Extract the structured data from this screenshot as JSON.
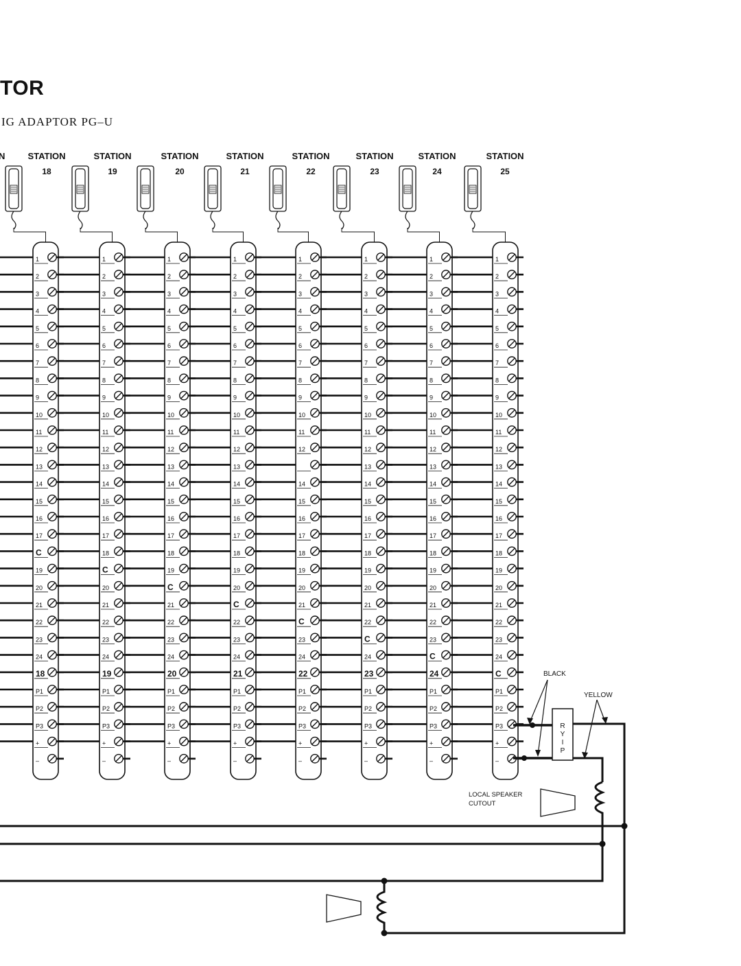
{
  "header": {
    "title": "TOR",
    "subtitle": "IG ADAPTOR PG–U",
    "left_edge_fragment": "N"
  },
  "stations": [
    {
      "label": "STATION",
      "number": "18"
    },
    {
      "label": "STATION",
      "number": "19"
    },
    {
      "label": "STATION",
      "number": "20"
    },
    {
      "label": "STATION",
      "number": "21"
    },
    {
      "label": "STATION",
      "number": "22"
    },
    {
      "label": "STATION",
      "number": "23"
    },
    {
      "label": "STATION",
      "number": "24"
    },
    {
      "label": "STATION",
      "number": "25"
    }
  ],
  "terminal_strips": [
    [
      "1",
      "2",
      "3",
      "4",
      "5",
      "6",
      "7",
      "8",
      "9",
      "10",
      "11",
      "12",
      "13",
      "14",
      "15",
      "16",
      "17",
      "C",
      "19",
      "20",
      "21",
      "22",
      "23",
      "24",
      "18",
      "P1",
      "P2",
      "P3",
      "+",
      "–"
    ],
    [
      "1",
      "2",
      "3",
      "4",
      "5",
      "6",
      "7",
      "8",
      "9",
      "10",
      "11",
      "12",
      "13",
      "14",
      "15",
      "16",
      "17",
      "18",
      "C",
      "20",
      "21",
      "22",
      "23",
      "24",
      "19",
      "P1",
      "P2",
      "P3",
      "+",
      "–"
    ],
    [
      "1",
      "2",
      "3",
      "4",
      "5",
      "6",
      "7",
      "8",
      "9",
      "10",
      "11",
      "12",
      "13",
      "14",
      "15",
      "16",
      "17",
      "18",
      "19",
      "C",
      "21",
      "22",
      "23",
      "24",
      "20",
      "P1",
      "P2",
      "P3",
      "+",
      "–"
    ],
    [
      "1",
      "2",
      "3",
      "4",
      "5",
      "6",
      "7",
      "8",
      "9",
      "10",
      "11",
      "12",
      "13",
      "14",
      "15",
      "16",
      "17",
      "18",
      "19",
      "20",
      "C",
      "22",
      "23",
      "24",
      "21",
      "P1",
      "P2",
      "P3",
      "+",
      "–"
    ],
    [
      "1",
      "2",
      "3",
      "4",
      "5",
      "6",
      "7",
      "8",
      "9",
      "10",
      "11",
      "12",
      "",
      "14",
      "15",
      "16",
      "17",
      "18",
      "19",
      "20",
      "21",
      "C",
      "23",
      "24",
      "22",
      "P1",
      "P2",
      "P3",
      "+",
      "–"
    ],
    [
      "1",
      "2",
      "3",
      "4",
      "5",
      "6",
      "7",
      "8",
      "9",
      "10",
      "11",
      "12",
      "13",
      "14",
      "15",
      "16",
      "17",
      "18",
      "19",
      "20",
      "21",
      "22",
      "C",
      "24",
      "23",
      "P1",
      "P2",
      "P3",
      "+",
      "–"
    ],
    [
      "1",
      "2",
      "3",
      "4",
      "5",
      "6",
      "7",
      "8",
      "9",
      "10",
      "11",
      "12",
      "13",
      "14",
      "15",
      "16",
      "17",
      "18",
      "19",
      "20",
      "21",
      "22",
      "23",
      "C",
      "24",
      "P1",
      "P2",
      "P3",
      "+",
      "–"
    ],
    [
      "1",
      "2",
      "3",
      "4",
      "5",
      "6",
      "7",
      "8",
      "9",
      "10",
      "11",
      "12",
      "13",
      "14",
      "15",
      "16",
      "17",
      "18",
      "19",
      "20",
      "21",
      "22",
      "23",
      "24",
      "C",
      "P1",
      "P2",
      "P3",
      "+",
      "–"
    ]
  ],
  "annotations": {
    "black": "BLACK",
    "yellow": "YELLOW",
    "relay_letters": [
      "R",
      "Y",
      "I",
      "P"
    ],
    "local_speaker_line1": "LOCAL SPEAKER",
    "local_speaker_line2": "CUTOUT"
  }
}
